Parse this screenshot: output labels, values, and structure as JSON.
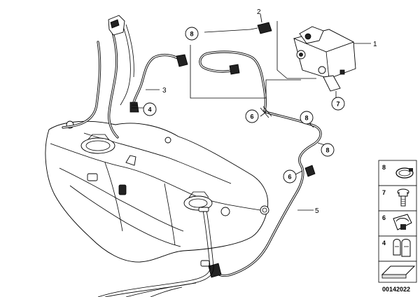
{
  "diagram": {
    "callouts": {
      "c1": "1",
      "c2": "2",
      "c3": "3",
      "c5": "5"
    },
    "circled_refs": {
      "r8_top": "8",
      "r4": "4",
      "r7": "7",
      "r6_mid": "6",
      "r8_right": "8",
      "r8_low": "8",
      "r6_low": "6"
    },
    "legend": {
      "items": [
        {
          "label": "8",
          "icon": "hose-clamp-icon"
        },
        {
          "label": "7",
          "icon": "bolt-icon"
        },
        {
          "label": "6",
          "icon": "pipe-clip-icon"
        },
        {
          "label": "4",
          "icon": "double-clip-icon"
        },
        {
          "label": "",
          "icon": "gasket-strip-icon"
        }
      ]
    },
    "part_number": "00142022"
  }
}
